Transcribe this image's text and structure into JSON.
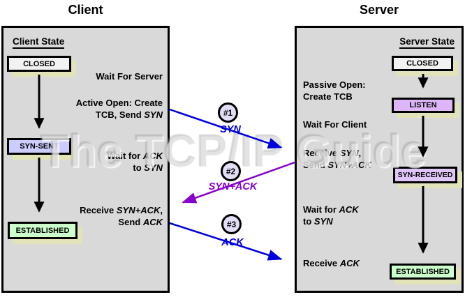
{
  "watermark": "The TCP/IP Guide",
  "colors": {
    "panel_bg": "#d9d9d9",
    "box_shadow": "#e3e3ba",
    "blue": "#0000dd",
    "purple": "#8800cc",
    "circle_fill": "#e2def6"
  },
  "client": {
    "title": "Client",
    "heading": "Client State",
    "states": [
      {
        "label": "CLOSED",
        "fill": "#f2f2f2"
      },
      {
        "label": "SYN-SENT",
        "fill": "#ccccff"
      },
      {
        "label": "ESTABLISHED",
        "fill": "#ccffcc"
      }
    ],
    "notes": [
      {
        "lines": [
          [
            {
              "t": "Wait For Server",
              "i": false
            }
          ]
        ]
      },
      {
        "lines": [
          [
            {
              "t": "Active Open: Create",
              "i": false
            }
          ],
          [
            {
              "t": "TCB, Send ",
              "i": false
            },
            {
              "t": "SYN",
              "i": true
            }
          ]
        ]
      },
      {
        "lines": [
          [
            {
              "t": "Wait for ",
              "i": false
            },
            {
              "t": "ACK",
              "i": true
            }
          ],
          [
            {
              "t": "to ",
              "i": false
            },
            {
              "t": "SYN",
              "i": true
            }
          ]
        ]
      },
      {
        "lines": [
          [
            {
              "t": "Receive ",
              "i": false
            },
            {
              "t": "SYN+ACK",
              "i": true
            },
            {
              "t": ",",
              "i": false
            }
          ],
          [
            {
              "t": "Send ",
              "i": false
            },
            {
              "t": "ACK",
              "i": true
            }
          ]
        ]
      }
    ]
  },
  "server": {
    "title": "Server",
    "heading": "Server State",
    "states": [
      {
        "label": "CLOSED",
        "fill": "#f2f2f2"
      },
      {
        "label": "LISTEN",
        "fill": "#dcb6f8"
      },
      {
        "label": "SYN-RECEIVED",
        "fill": "#e0c6f8"
      },
      {
        "label": "ESTABLISHED",
        "fill": "#ccffcc"
      }
    ],
    "notes": [
      {
        "lines": [
          [
            {
              "t": "Passive Open:",
              "i": false
            }
          ],
          [
            {
              "t": "Create TCB",
              "i": false
            }
          ]
        ]
      },
      {
        "lines": [
          [
            {
              "t": "Wait For Client",
              "i": false
            }
          ]
        ]
      },
      {
        "lines": [
          [
            {
              "t": "Receive ",
              "i": false
            },
            {
              "t": "SYN",
              "i": true
            },
            {
              "t": ",",
              "i": false
            }
          ],
          [
            {
              "t": "Send ",
              "i": false
            },
            {
              "t": "SYN+ACK",
              "i": true
            }
          ]
        ]
      },
      {
        "lines": [
          [
            {
              "t": "Wait for ",
              "i": false
            },
            {
              "t": "ACK",
              "i": true
            }
          ],
          [
            {
              "t": "to ",
              "i": false
            },
            {
              "t": "SYN",
              "i": true
            }
          ]
        ]
      },
      {
        "lines": [
          [
            {
              "t": "Receive ",
              "i": false
            },
            {
              "t": "ACK",
              "i": true
            }
          ]
        ]
      }
    ]
  },
  "messages": [
    {
      "number": "#1",
      "label": "SYN",
      "color": "#0000dd"
    },
    {
      "number": "#2",
      "label": "SYN+ACK",
      "color": "#8800cc"
    },
    {
      "number": "#3",
      "label": "ACK",
      "color": "#0000dd"
    }
  ]
}
